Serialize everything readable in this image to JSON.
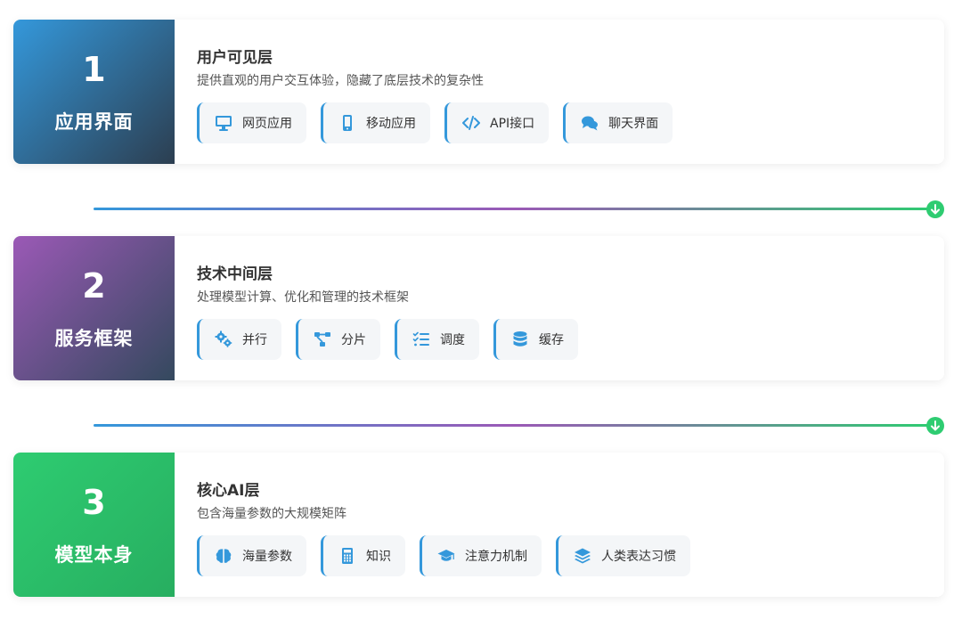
{
  "layers": [
    {
      "number": "1",
      "name": "应用界面",
      "title": "用户可见层",
      "description": "提供直观的用户交互体验，隐藏了底层技术的复杂性",
      "tags": [
        {
          "label": "网页应用",
          "icon": "desktop-icon"
        },
        {
          "label": "移动应用",
          "icon": "mobile-icon"
        },
        {
          "label": "API接口",
          "icon": "code-icon"
        },
        {
          "label": "聊天界面",
          "icon": "chat-icon"
        }
      ]
    },
    {
      "number": "2",
      "name": "服务框架",
      "title": "技术中间层",
      "description": "处理模型计算、优化和管理的技术框架",
      "tags": [
        {
          "label": "并行",
          "icon": "gears-icon"
        },
        {
          "label": "分片",
          "icon": "nodes-icon"
        },
        {
          "label": "调度",
          "icon": "task-list-icon"
        },
        {
          "label": "缓存",
          "icon": "database-icon"
        }
      ]
    },
    {
      "number": "3",
      "name": "模型本身",
      "title": "核心AI层",
      "description": "包含海量参数的大规模矩阵",
      "tags": [
        {
          "label": "海量参数",
          "icon": "brain-icon"
        },
        {
          "label": "知识",
          "icon": "calculator-icon"
        },
        {
          "label": "注意力机制",
          "icon": "graduation-cap-icon"
        },
        {
          "label": "人类表达习惯",
          "icon": "layers-icon"
        }
      ]
    }
  ],
  "colors": {
    "blue": "#3498db",
    "purple": "#9b59b6",
    "green": "#2ecc71",
    "dark": "#2c3e50"
  }
}
